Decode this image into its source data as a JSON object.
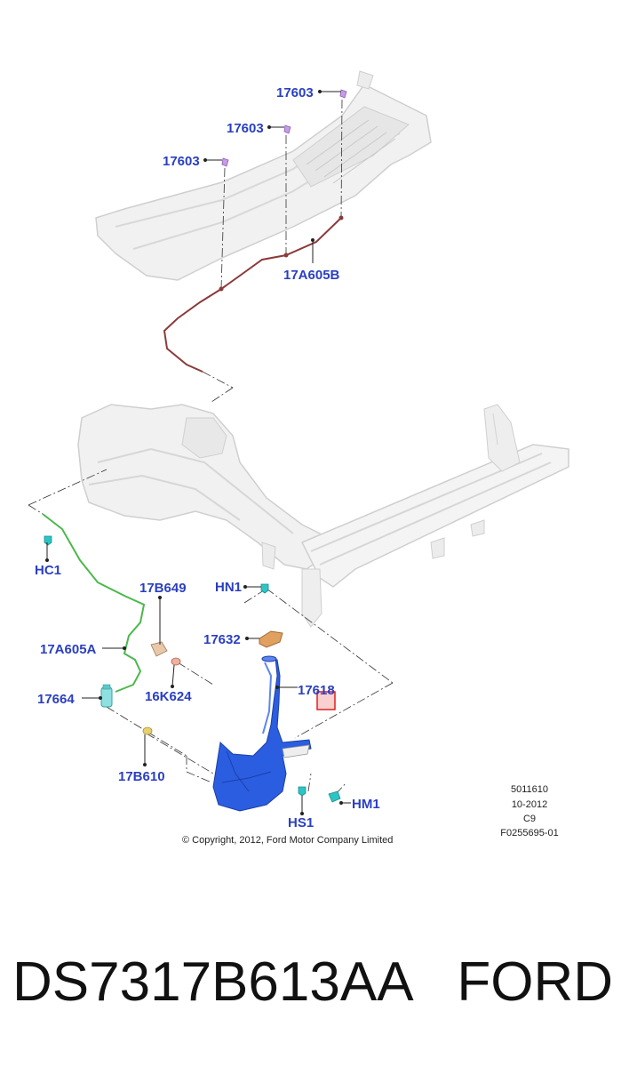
{
  "callouts": {
    "c17603_top": "17603",
    "c17603_mid": "17603",
    "c17603_low": "17603",
    "c17A605B": "17A605B",
    "cHC1": "HC1",
    "cHN1": "HN1",
    "c17B649": "17B649",
    "c17632": "17632",
    "c17A605A": "17A605A",
    "c16K624": "16K624",
    "c17618": "17618",
    "c17664": "17664",
    "c17B610": "17B610",
    "cHS1": "HS1",
    "cHM1": "HM1"
  },
  "copyright": "© Copyright, 2012, Ford Motor Company Limited",
  "meta": {
    "line1": "5011610",
    "line2": "10-2012",
    "line3": "C9",
    "line4": "F0255695-01"
  },
  "part_number": "DS7317B613AA",
  "brand": "FORD",
  "colors": {
    "callout": "#2a3fc1",
    "tank": "#2b5de0",
    "hose_upper": "#8b3a3a",
    "hose_lower": "#4cb84c",
    "clip": "#2ec4c4",
    "highlight": "#e02020"
  }
}
